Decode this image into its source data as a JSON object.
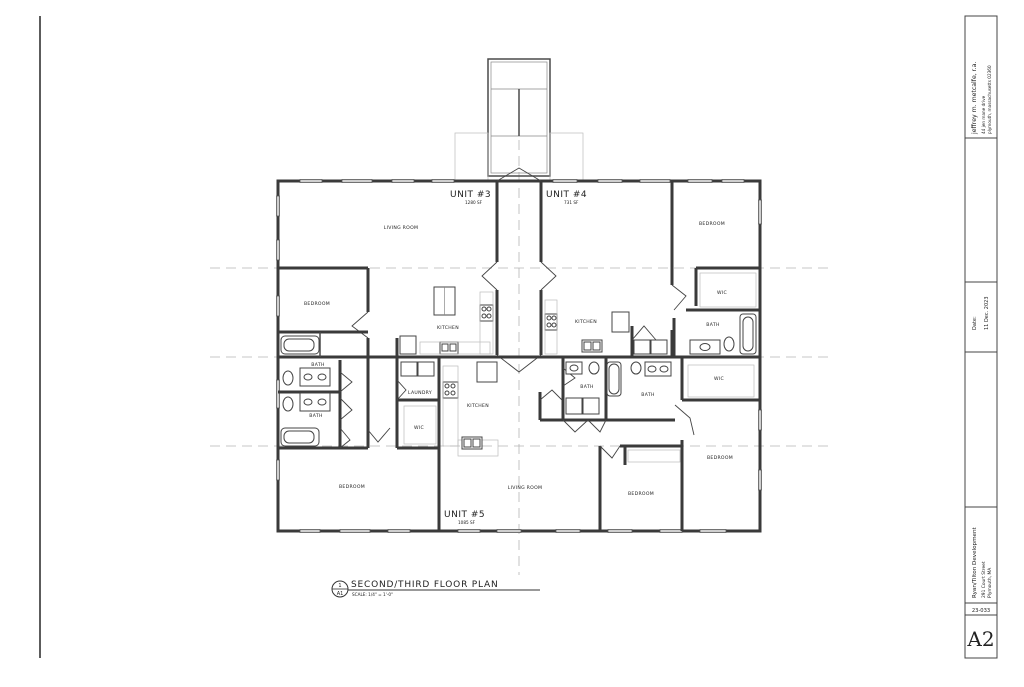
{
  "drawing": {
    "title": "SECOND/THIRD FLOOR PLAN",
    "scale": "SCALE: 1/4\" = 1'-0\"",
    "detail_number": "1",
    "detail_sheet": "A1"
  },
  "units": [
    {
      "id": "unit3",
      "label": "UNIT #3",
      "area": "1280 SF"
    },
    {
      "id": "unit4",
      "label": "UNIT #4",
      "area": "731 SF"
    },
    {
      "id": "unit5",
      "label": "UNIT #5",
      "area": "1085 SF"
    }
  ],
  "rooms": {
    "unit3": {
      "living": "LIVING ROOM",
      "bedroom": "BEDROOM",
      "kitchen": "KITCHEN",
      "bath_a": "BATH",
      "bath_b": "BATH",
      "laundry": "LAUNDRY",
      "wic": "WIC",
      "bedroom_2": "BEDROOM"
    },
    "unit4": {
      "bedroom": "BEDROOM",
      "wic": "WIC",
      "kitchen": "KITCHEN",
      "bath": "BATH"
    },
    "unit5": {
      "kitchen": "KITCHEN",
      "living": "LIVING ROOM",
      "bath_a": "BATH",
      "bath_b": "BATH",
      "wic": "WIC",
      "bedroom_a": "BEDROOM",
      "bedroom_b": "BEDROOM"
    }
  },
  "title_block": {
    "architect_name": "jeffrey m. metcalfe, r.a.",
    "architect_address_1": "44 jen mane drive",
    "architect_address_2": "plymouth, massachusetts 02360",
    "date_label": "Date:",
    "date_value": "11 Dec. 2023",
    "project_name": "Ryan/Tilton Development",
    "project_address_1": "291 Court Street",
    "project_address_2": "Plymouth, MA",
    "project_number": "23-033",
    "sheet_number": "A2"
  }
}
